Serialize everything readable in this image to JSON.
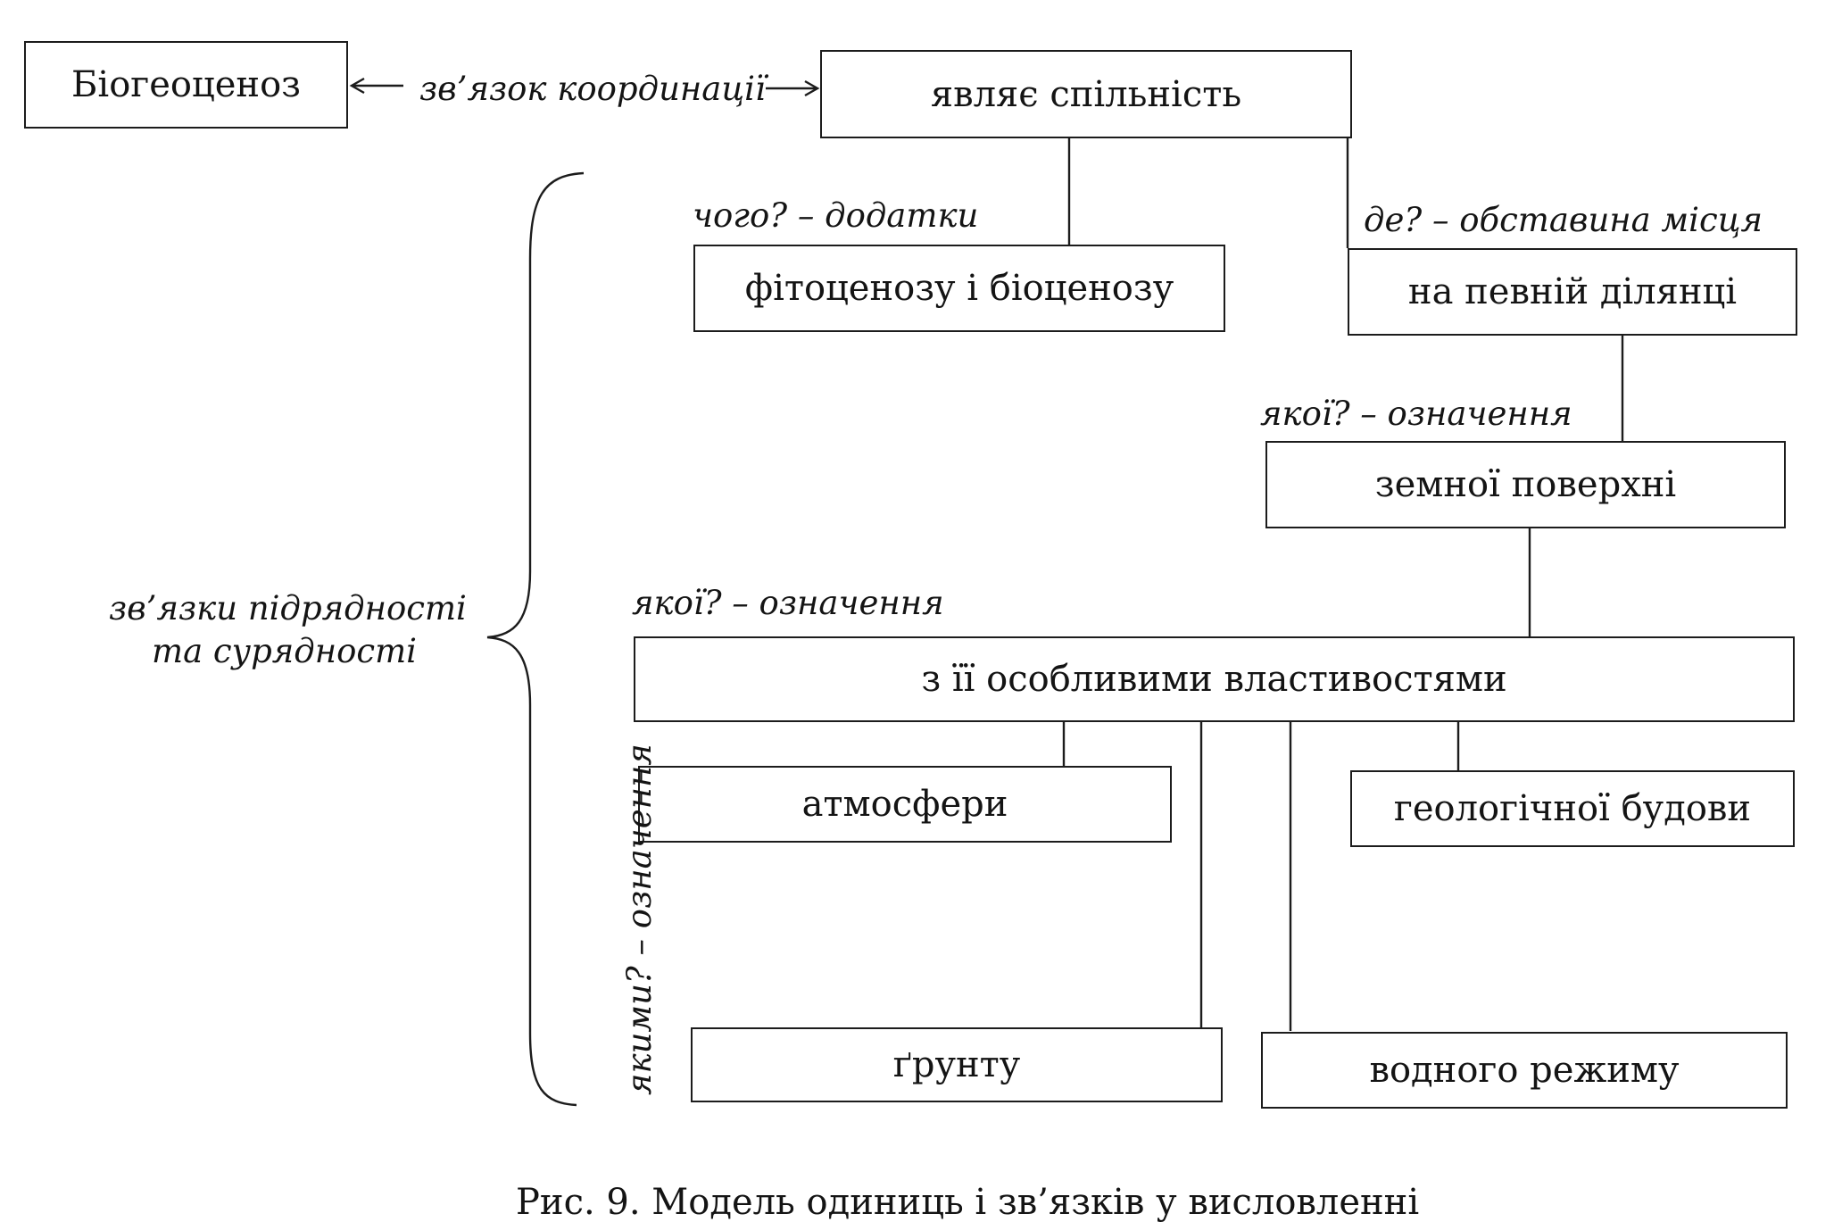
{
  "diagram": {
    "nodes": {
      "biogeocenosis": "Біогеоценоз",
      "represents_community": "являє спільність",
      "phyto_biocenosis": "фітоценозу і біоценозу",
      "on_area": "на певній ділянці",
      "earth_surface": "земної поверхні",
      "special_properties": "з її особливими властивостями",
      "atmosphere": "атмосфери",
      "geological_structure": "геологічної будови",
      "soil": "ґрунту",
      "water_regime": "водного режиму"
    },
    "labels": {
      "coordination_link": "зв’язок координації",
      "question_object": "чого? – додатки",
      "question_place": "де? – обставина місця",
      "question_attribute_1": "якої? – означення",
      "question_attribute_2": "якої? – означення",
      "question_attributes_plural": "якими? – означення",
      "brace_label_line1": "зв’язки підрядності",
      "brace_label_line2": "та сурядності"
    }
  },
  "caption": "Рис. 9. Модель одиниць і зв’язків у висловленні"
}
